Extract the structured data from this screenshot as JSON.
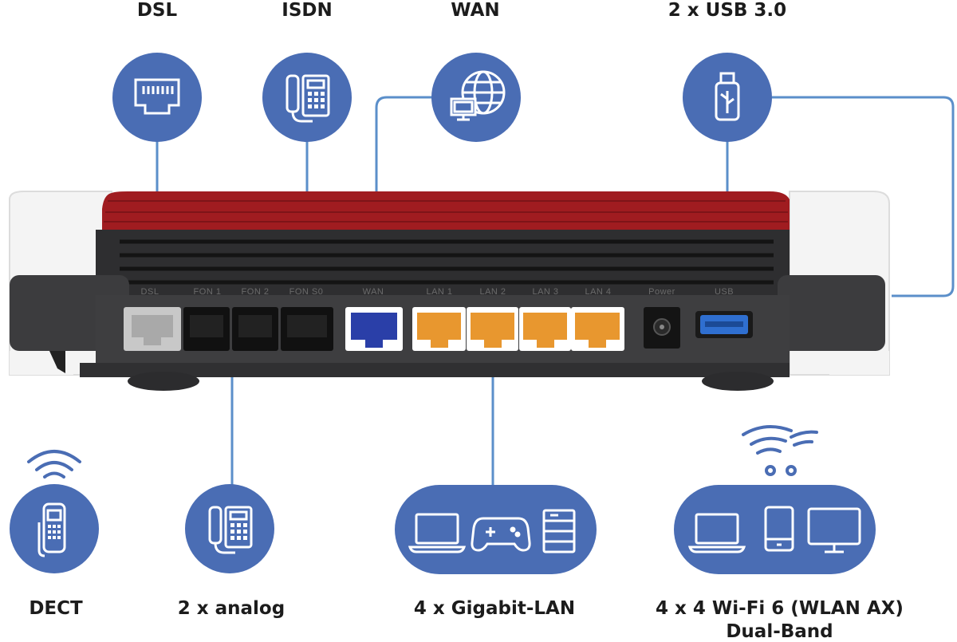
{
  "labels": {
    "dsl": "DSL",
    "isdn": "ISDN",
    "wan": "WAN",
    "usb": "2 x USB 3.0",
    "dect": "DECT",
    "analog": "2 x analog",
    "lan": "4 x Gigabit-LAN",
    "wifi_line1": "4 x 4 Wi-Fi 6 (WLAN AX)",
    "wifi_line2": "Dual-Band"
  },
  "port_labels": {
    "dsl": "DSL",
    "fon1": "FON 1",
    "fon2": "FON 2",
    "fon_s0": "FON S0",
    "wan": "WAN",
    "lan1": "LAN 1",
    "lan2": "LAN 2",
    "lan3": "LAN 3",
    "lan4": "LAN 4",
    "power": "Power",
    "usb": "USB"
  },
  "colors": {
    "icon_blue": "#4a6db4",
    "line_blue": "#5b8fca",
    "router_red": "#a01c20",
    "router_dark": "#3a3a3c",
    "port_gray": "#c8c8c8",
    "port_black": "#111111",
    "port_blue": "#2a3fa8",
    "port_orange": "#e8972f",
    "usb_blue": "#2f6fd0"
  },
  "icons": [
    "ethernet-icon",
    "desk-phone-icon",
    "globe-network-icon",
    "usb-stick-icon",
    "dect-handset-icon",
    "laptop-icon",
    "gamepad-icon",
    "server-icon",
    "tablet-icon",
    "monitor-icon",
    "wifi-signal-icon"
  ]
}
